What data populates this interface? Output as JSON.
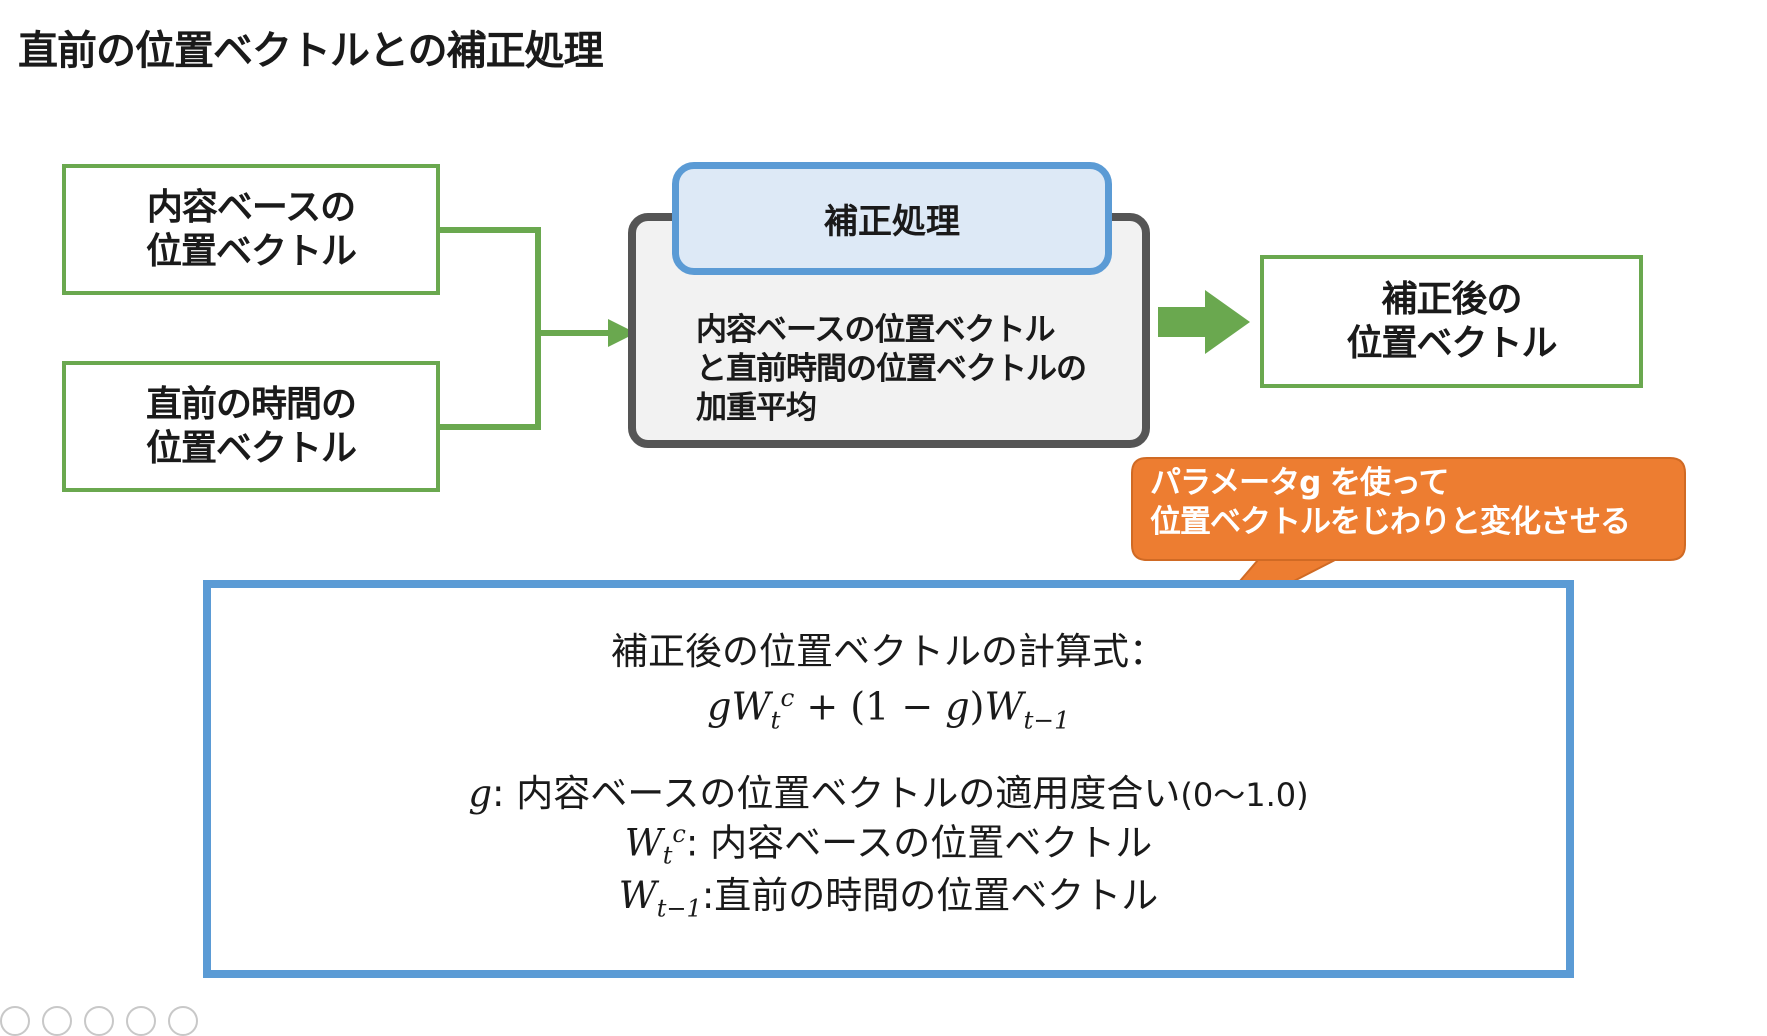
{
  "title": "直前の位置ベクトルとの補正処理",
  "inputs": {
    "content_vector": [
      "内容ベースの",
      "位置ベクトル"
    ],
    "previous_vector": [
      "直前の時間の",
      "位置ベクトル"
    ]
  },
  "process": {
    "header": "補正処理",
    "description": [
      "内容ベースの位置ベクトル",
      "と直前時間の位置ベクトルの",
      "加重平均"
    ]
  },
  "output": [
    "補正後の",
    "位置ベクトル"
  ],
  "callout": [
    "パラメータg を使って",
    "位置ベクトルをじわりと変化させる"
  ],
  "formula": {
    "heading": "補正後の位置ベクトルの計算式：",
    "expr": {
      "g": "g",
      "W": "W",
      "t": "t",
      "c": "c",
      "plus_open": " + (1 − ",
      "g2": "g",
      "close": ")",
      "tm1": "t−1"
    },
    "legend": {
      "g_sym": "g",
      "g_text": ": 内容ベースの位置ベクトルの適用度合い",
      "g_range": "(0〜1.0)",
      "wc_text": ": 内容ベースの位置ベクトル",
      "wprev_text": ":直前の時間の位置ベクトル"
    }
  },
  "colors": {
    "green": "#6aa84f",
    "blue": "#5b9bd5",
    "orange": "#ed7d31",
    "gray": "#555555"
  }
}
